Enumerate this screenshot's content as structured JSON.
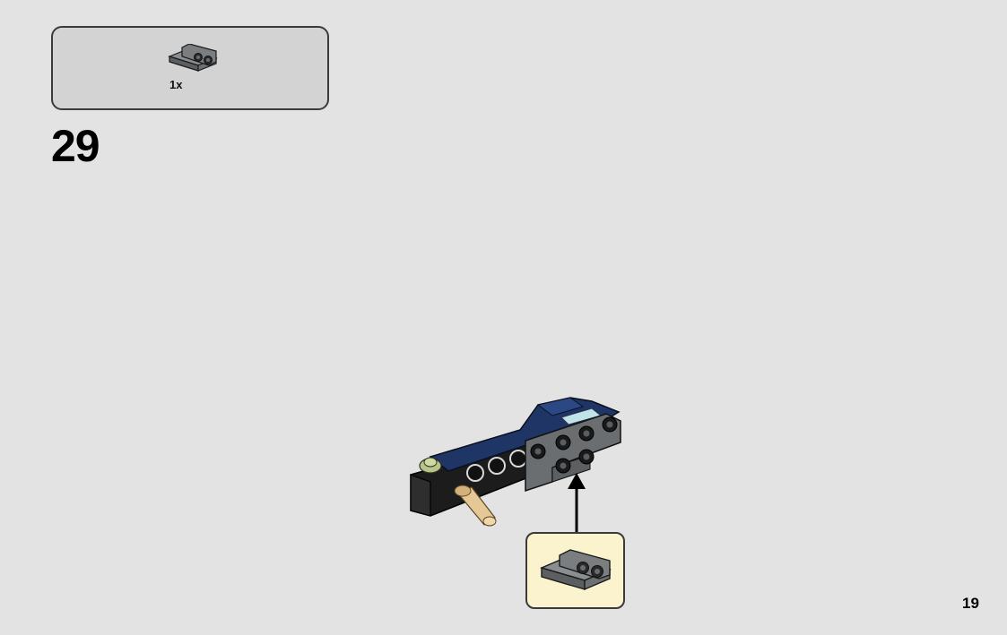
{
  "parts_list": {
    "items": [
      {
        "quantity": "1x",
        "part_icon": "gray-bracket-1x2-plate-icon"
      }
    ]
  },
  "step": {
    "number": "29"
  },
  "page": {
    "number": "19"
  },
  "colors": {
    "background": "#e3e3e3",
    "parts_box": "#d2d3d2",
    "callout": "#fbf3ce",
    "dark_blue": "#1f3566",
    "dark_gray": "#6b6e70",
    "black": "#1a1a1a",
    "tan": "#e6c896",
    "olive": "#b8c48a"
  }
}
